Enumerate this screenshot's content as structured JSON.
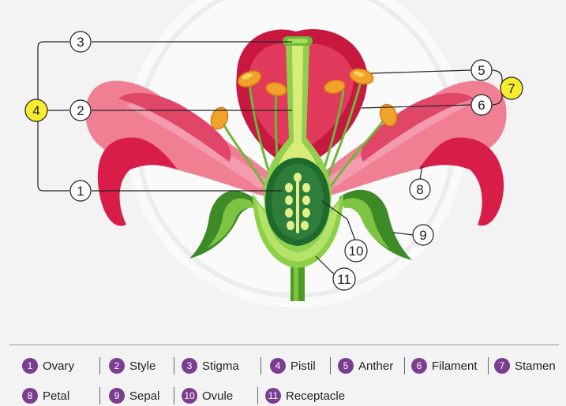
{
  "callouts": {
    "c1": "1",
    "c2": "2",
    "c3": "3",
    "c4": "4",
    "c5": "5",
    "c6": "6",
    "c7": "7",
    "c8": "8",
    "c9": "9",
    "c10": "10",
    "c11": "11"
  },
  "legend": [
    {
      "num": "1",
      "label": "Ovary"
    },
    {
      "num": "2",
      "label": "Style"
    },
    {
      "num": "3",
      "label": "Stigma"
    },
    {
      "num": "4",
      "label": "Pistil"
    },
    {
      "num": "5",
      "label": "Anther"
    },
    {
      "num": "6",
      "label": "Filament"
    },
    {
      "num": "7",
      "label": "Stamen"
    },
    {
      "num": "8",
      "label": "Petal"
    },
    {
      "num": "9",
      "label": "Sepal"
    },
    {
      "num": "10",
      "label": "Ovule"
    },
    {
      "num": "11",
      "label": "Receptacle"
    }
  ],
  "colors": {
    "petal_light": "#f07f94",
    "petal_dark": "#d81d48",
    "stem": "#5aa52b",
    "ovary_dark": "#1f6b2e",
    "ovule": "#dff08a",
    "anther": "#f0a22a",
    "highlight_yellow": "#f7ec2e",
    "badge_purple": "#7b3d8f"
  }
}
